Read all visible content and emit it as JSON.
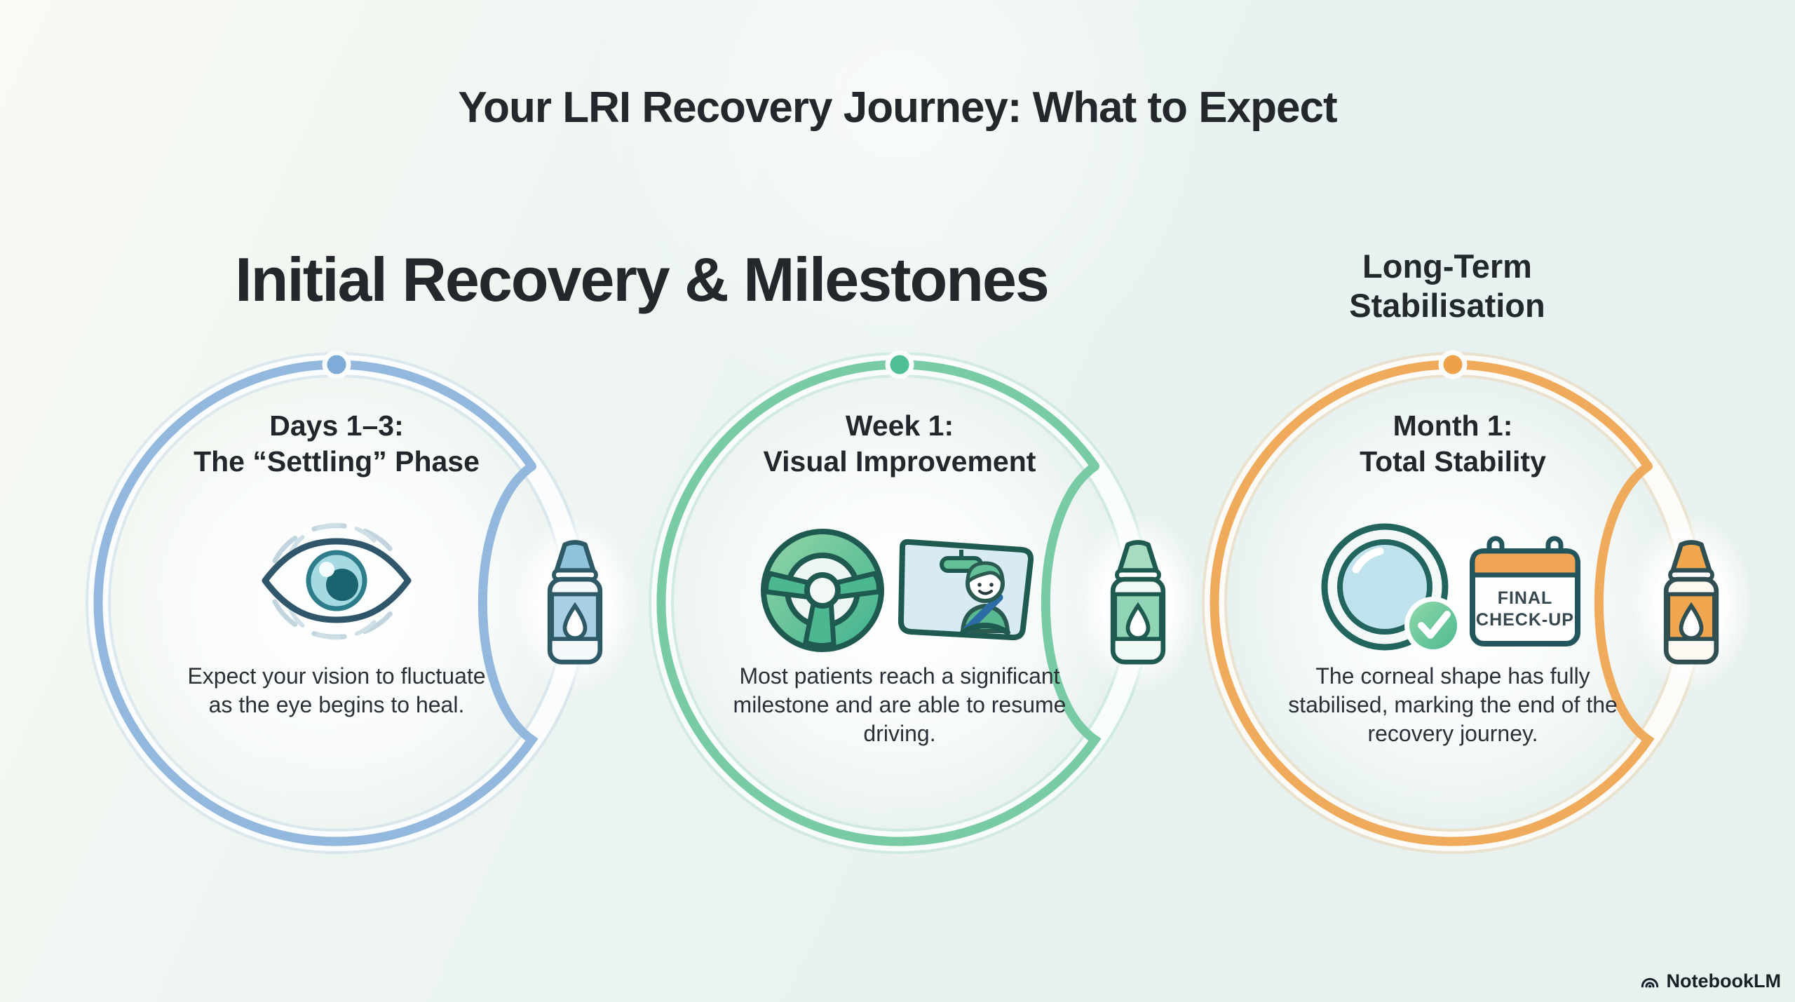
{
  "title": "Your LRI Recovery Journey: What to Expect",
  "sections": {
    "initial_heading": "Initial Recovery & Milestones",
    "long_term_line1": "Long-Term",
    "long_term_line2": "Stabilisation"
  },
  "milestones": [
    {
      "id": "settling-phase",
      "accent_color": "#92b8de",
      "node_color": "#7fabd8",
      "heading_line1": "Days 1–3:",
      "heading_line2": "The “Settling” Phase",
      "body": "Expect your vision to fluctuate as the eye begins to heal.",
      "icon": "fluctuating-eye-icon",
      "side_icon": "eye-drops-bottle-icon"
    },
    {
      "id": "week-1",
      "accent_color": "#78cba5",
      "node_color": "#4fc096",
      "heading_line1": "Week 1:",
      "heading_line2": "Visual Improvement",
      "body": "Most patients reach a significant milestone and are able to resume driving.",
      "icon": "resume-driving-icon",
      "side_icon": "eye-drops-bottle-icon"
    },
    {
      "id": "month-1",
      "accent_color": "#f0aa5c",
      "node_color": "#efa04b",
      "heading_line1": "Month 1:",
      "heading_line2": "Total Stability",
      "body": "The corneal shape has fully stabilised, marking the end of the recovery journey.",
      "icon": "stable-cornea-calendar-icon",
      "side_icon": "eye-drops-bottle-icon",
      "calendar_line1": "FINAL",
      "calendar_line2": "CHECK-UP"
    }
  ],
  "watermark": {
    "label": "NotebookLM",
    "icon": "notebooklm-logo"
  }
}
